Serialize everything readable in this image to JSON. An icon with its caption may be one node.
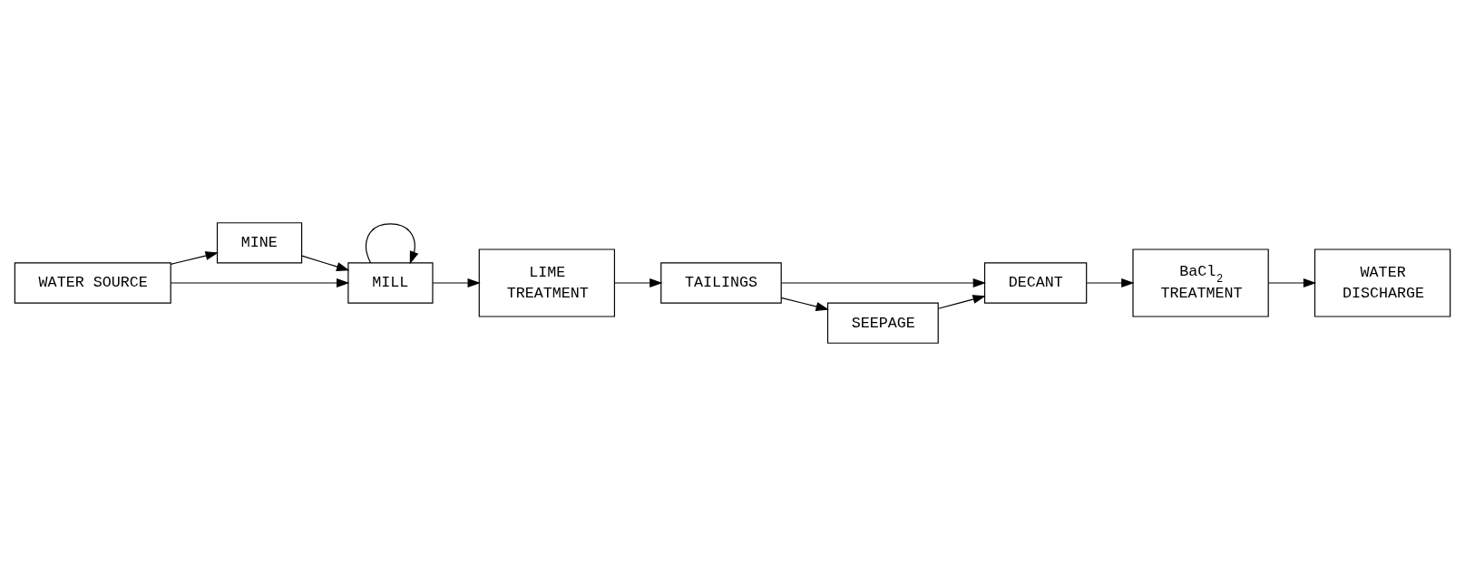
{
  "diagram": {
    "nodes": [
      {
        "text": [
          "WATER SOURCE"
        ]
      },
      {
        "text": [
          "MINE"
        ]
      },
      {
        "text": [
          "MILL"
        ]
      },
      {
        "text": [
          "LIME TREATMENT"
        ]
      },
      {
        "text": [
          "TAILINGS"
        ]
      },
      {
        "text": [
          "DECANT"
        ]
      },
      {
        "text": [
          "BaCl$_{2}$ TREATMENT"
        ]
      },
      {
        "text": [
          "SEEPAGE"
        ]
      },
      {
        "text": [
          "WATER DISCHARGE"
        ]
      }
    ],
    "edges": [
      {
        "from": 0,
        "to": 1,
        "arrow": "to"
      },
      {
        "from": 0,
        "to": 2,
        "arrow": "to"
      },
      {
        "from": 1,
        "to": 2,
        "arrow": "to"
      },
      {
        "from": 2,
        "to": 2,
        "arrow": "to"
      },
      {
        "from": 2,
        "to": 3,
        "arrow": "to"
      },
      {
        "from": 3,
        "to": 4,
        "arrow": "to"
      },
      {
        "from": 4,
        "to": 5,
        "arrow": "to"
      },
      {
        "from": 4,
        "to": 7,
        "arrow": "to"
      },
      {
        "from": 7,
        "to": 5,
        "arrow": "to"
      },
      {
        "from": 5,
        "to": 6,
        "arrow": "to"
      },
      {
        "from": 6,
        "to": 8,
        "arrow": "to"
      }
    ]
  }
}
